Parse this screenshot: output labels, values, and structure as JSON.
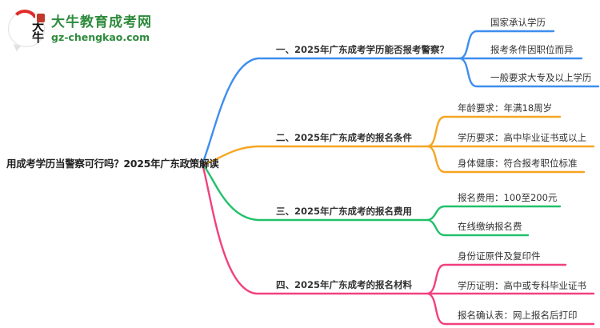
{
  "logo": {
    "icon_text": "大牛",
    "title": "大牛教育成考网",
    "domain": "gz-chengkao.com"
  },
  "colors": {
    "brand_green": "#2e8b3d",
    "logo_red": "#e02b2b",
    "text": "#333333",
    "branch1": "#3e8ef0",
    "branch2": "#f5a623",
    "branch3": "#21c06b",
    "branch4": "#f1407f"
  },
  "mindmap": {
    "root": "用成考学历当警察可行吗？2025年广东政策解读",
    "branches": [
      {
        "label": "一、2025年广东成考学历能否报考警察？",
        "color": "#3e8ef0",
        "children": [
          "国家承认学历",
          "报考条件因职位而异",
          "一般要求大专及以上学历"
        ]
      },
      {
        "label": "二、2025年广东成考的报名条件",
        "color": "#f5a623",
        "children": [
          "年龄要求：年满18周岁",
          "学历要求：高中毕业证书或以上",
          "身体健康：符合报考职位标准"
        ]
      },
      {
        "label": "三、2025年广东成考的报名费用",
        "color": "#21c06b",
        "children": [
          "报名费用：100至200元",
          "在线缴纳报名费"
        ]
      },
      {
        "label": "四、2025年广东成考的报名材料",
        "color": "#f1407f",
        "children": [
          "身份证原件及复印件",
          "学历证明：高中或专科毕业证书",
          "报名确认表：网上报名后打印"
        ]
      }
    ]
  }
}
